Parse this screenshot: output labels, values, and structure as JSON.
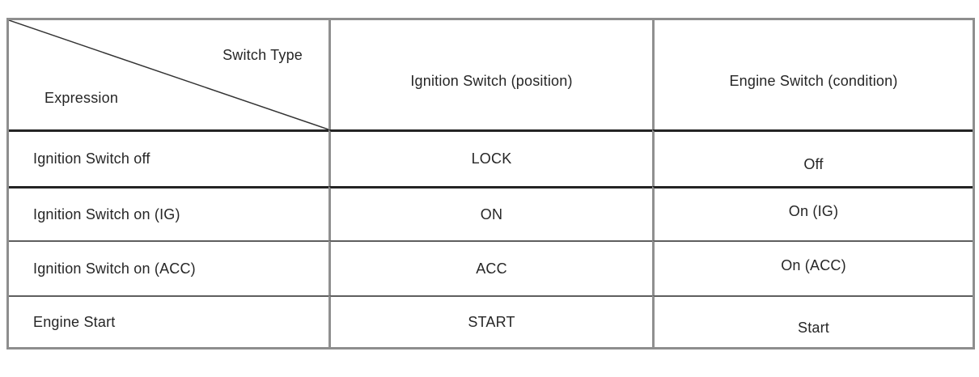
{
  "table": {
    "corner": {
      "top_label": "Switch Type",
      "bottom_label": "Expression"
    },
    "columns": [
      "Ignition Switch (position)",
      "Engine Switch (condition)"
    ],
    "rows": [
      {
        "expression": "Ignition Switch off",
        "ignition": "LOCK",
        "engine": "Off"
      },
      {
        "expression": "Ignition Switch on (IG)",
        "ignition": "ON",
        "engine": "On (IG)"
      },
      {
        "expression": "Ignition Switch on (ACC)",
        "ignition": "ACC",
        "engine": "On (ACC)"
      },
      {
        "expression": "Engine Start",
        "ignition": "START",
        "engine": "Start"
      }
    ],
    "colors": {
      "outer_border": "#8e8e8e",
      "vertical_line": "#909090",
      "dark_separator": "#242424",
      "light_separator": "#5f5f5f",
      "diagonal_line": "#333333",
      "text": "#262626",
      "background": "#ffffff"
    }
  }
}
